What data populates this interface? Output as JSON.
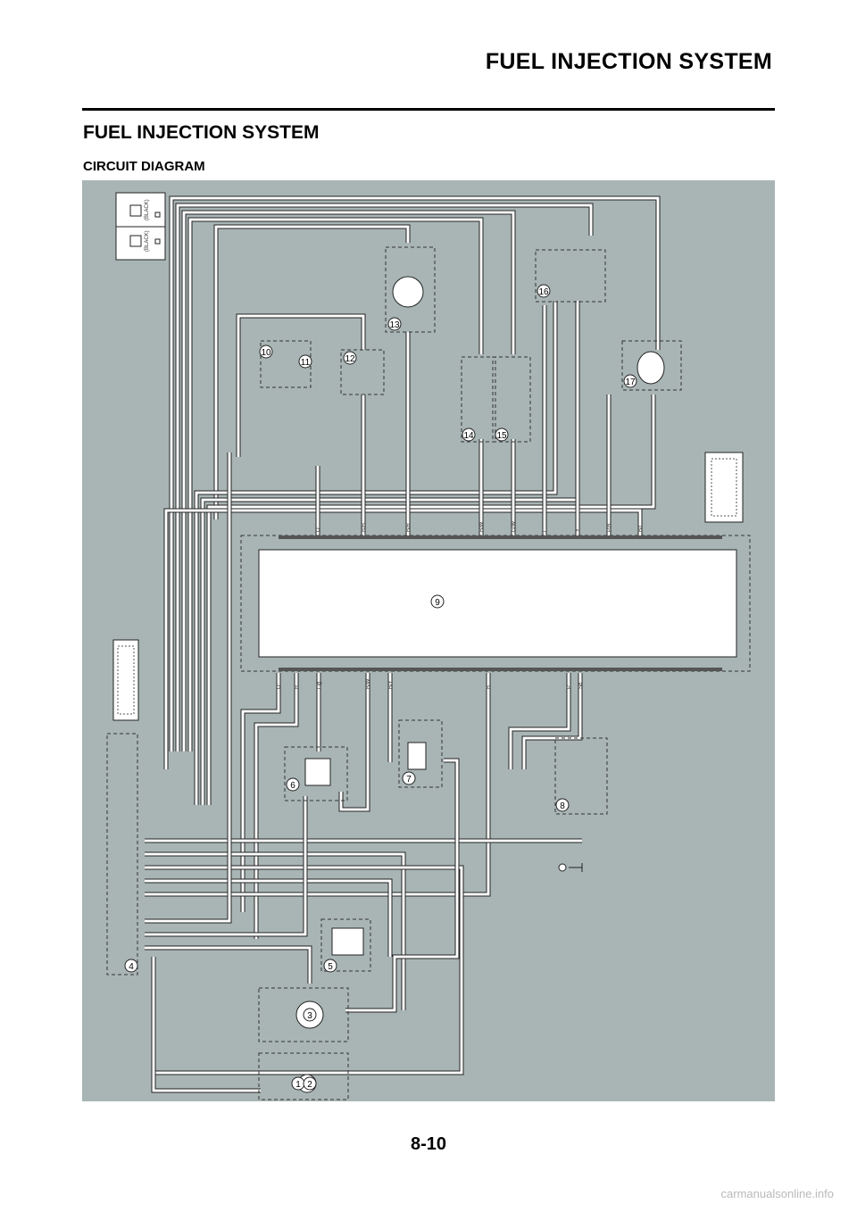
{
  "header": {
    "title": "FUEL INJECTION SYSTEM"
  },
  "section": {
    "title": "FUEL INJECTION SYSTEM",
    "subtitle": "CIRCUIT DIAGRAM"
  },
  "diagram": {
    "background": "#a8b5b4",
    "wire_color": "#ffffff",
    "wire_outline": "#222222",
    "component_numbers": [
      "1",
      "2",
      "3",
      "4",
      "5",
      "6",
      "7",
      "8",
      "9",
      "10",
      "11",
      "12",
      "13",
      "14",
      "15",
      "16",
      "17"
    ],
    "connector_labels": [
      "(BLACK)",
      "(BLACK)"
    ],
    "ecu_top_wire_codes": [
      "O",
      "R/B",
      "B/R",
      "B/W",
      "G/W",
      "L",
      "Y",
      "P/B",
      "B/L"
    ],
    "ecu_bottom_wire_codes": [
      "O",
      "R",
      "L/g",
      "B/W",
      "B/Y",
      "B",
      "P",
      "Sb"
    ]
  },
  "footer": {
    "page_number": "8-10",
    "watermark": "carmanualsonline.info"
  }
}
